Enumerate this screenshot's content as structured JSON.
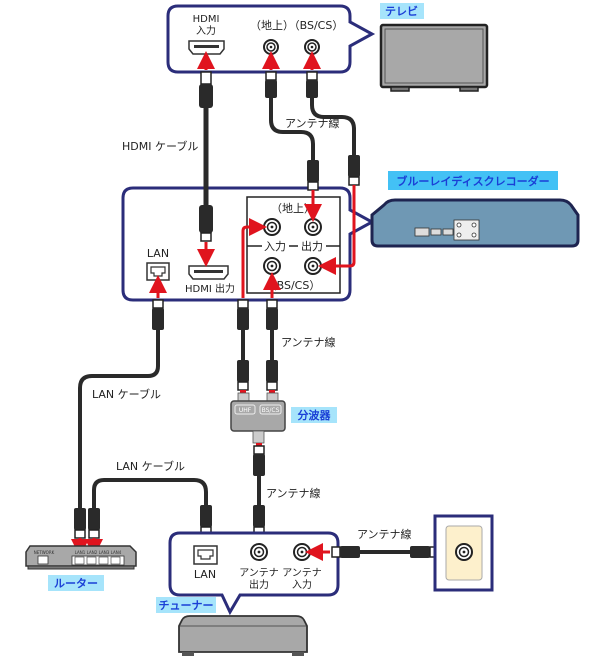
{
  "devices": {
    "tv": {
      "tag": "テレビ"
    },
    "recorder": {
      "tag": "ブルーレイディスクレコーダー"
    },
    "splitter": {
      "tag": "分波器",
      "port_uhf": "UHF",
      "port_bscs": "BS/CS"
    },
    "router": {
      "tag": "ルーター",
      "port_network": "NETWORK",
      "ports_lan": [
        "LAN1",
        "LAN2",
        "LAN3",
        "LAN4"
      ]
    },
    "tuner": {
      "tag": "チューナー"
    }
  },
  "tv_panel": {
    "hdmi_in_line1": "HDMI",
    "hdmi_in_line2": "入力",
    "terrestrial": "（地上）",
    "bscs": "（BS/CS）"
  },
  "recorder_panel": {
    "lan": "LAN",
    "hdmi_out": "HDMI 出力",
    "terrestrial": "（地上）",
    "input": "入力",
    "output": "出力",
    "bscs": "（BS/CS）"
  },
  "tuner_panel": {
    "lan": "LAN",
    "antenna_out_line1": "アンテナ",
    "antenna_out_line2": "出力",
    "antenna_in_line1": "アンテナ",
    "antenna_in_line2": "入力"
  },
  "cable_labels": {
    "hdmi_cable": "HDMI ケーブル",
    "antenna_cable_top": "アンテナ線",
    "antenna_cable_mid": "アンテナ線",
    "antenna_cable_low": "アンテナ線",
    "antenna_cable_wall": "アンテナ線",
    "lan_cable_1": "LAN ケーブル",
    "lan_cable_2": "LAN ケーブル"
  },
  "colors": {
    "panel_border": "#2b2d7a",
    "arrow_red": "#e0141e",
    "tag_bg": "#a6e4fb",
    "tag_text": "#1a3fd6",
    "recorder_body": "#6f98b4",
    "device_gray": "#a8a8a8",
    "wall_plate": "#fdf0cc",
    "cable": "#2a2a2a"
  }
}
